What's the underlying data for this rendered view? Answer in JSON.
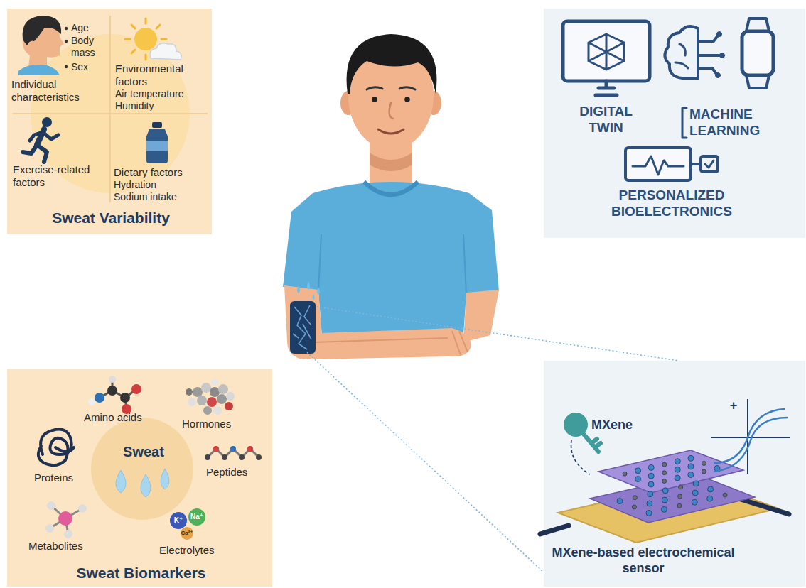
{
  "diagram": {
    "nodes": [
      {
        "text": [
          "Age",
          "Body mass",
          "Sex",
          "Individual characteristics",
          "Environmental factors",
          "Air temperature",
          "Humidity",
          "Exercise-related factors",
          "Dietary factors",
          "Hydration",
          "Sodium intake",
          "Sweat Variability"
        ]
      },
      {
        "text": [
          "DIGITAL TWIN",
          "MACHINE LEARNING",
          "PERSONALIZED BIOELECTRONICS"
        ]
      },
      {
        "text": [
          "Amino acids",
          "Hormones",
          "Proteins",
          "Peptides",
          "Metabolites",
          "K⁺",
          "Na⁺",
          "Ca²⁺",
          "Electrolytes",
          "Sweat Biomarkers"
        ]
      },
      {
        "text": [
          "Sweat"
        ],
        "in": 2
      },
      {
        "text": [
          "MXene",
          "+",
          "MXene-based electrochemical sensor"
        ]
      }
    ]
  }
}
